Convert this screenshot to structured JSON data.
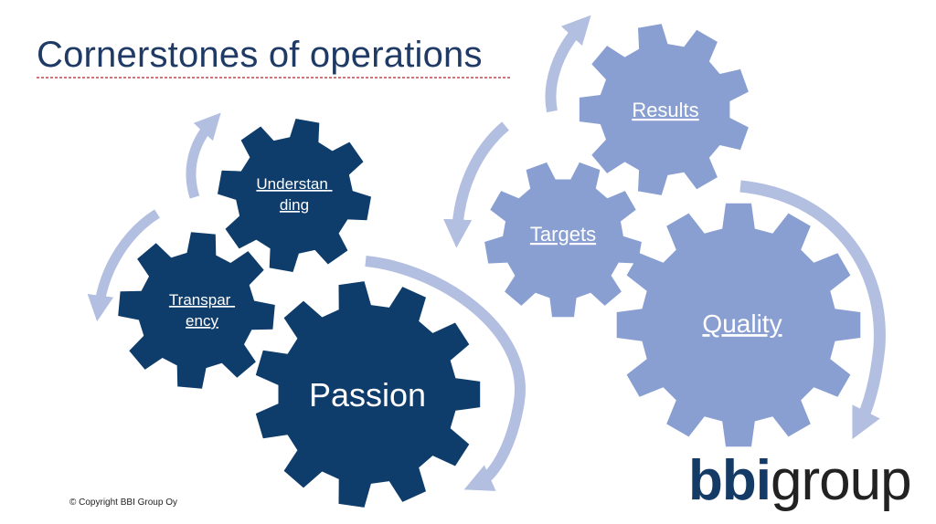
{
  "slide": {
    "title": "Cornerstones of operations",
    "copyright": "© Copyright BBI Group Oy",
    "logo": {
      "part1": "bbi",
      "part2": "group"
    }
  },
  "colors": {
    "dark_gear": "#0f3d6b",
    "light_gear": "#8a9fd1",
    "arrow": "#b3bfe0",
    "title": "#1f3a64",
    "logo_dark": "#143a66"
  },
  "gears": {
    "passion": {
      "label_lines": [
        "Passion"
      ]
    },
    "transparency": {
      "label_lines": [
        "Transpar",
        "ency"
      ]
    },
    "understanding": {
      "label_lines": [
        "Understan",
        "ding"
      ]
    },
    "targets": {
      "label_lines": [
        "Targets"
      ]
    },
    "results": {
      "label_lines": [
        "Results"
      ]
    },
    "quality": {
      "label_lines": [
        "Quality"
      ]
    }
  }
}
